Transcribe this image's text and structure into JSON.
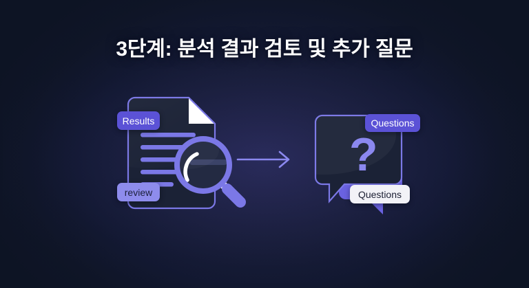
{
  "slide": {
    "title": "3단계: 분석 결과 검토 및 추가 질문",
    "background_color": "#0d1424",
    "accent_color": "#6c63e8",
    "glow_color": "#2a2a5e"
  },
  "illustration": {
    "name": "document-review-to-questions",
    "document": {
      "name": "results-document",
      "fill": "#1b2236",
      "stroke": "#7b78e6",
      "folded_corner_color": "#ffffff",
      "line_color": "#7b78e6",
      "line_count": 5
    },
    "magnifier": {
      "name": "magnifying-glass",
      "ring_color": "#7b78e6",
      "lens_color": "#232a42",
      "arc_color": "#ffffff",
      "handle_color": "#7b78e6"
    },
    "arrow": {
      "name": "flow-arrow-right",
      "color": "#8b88ef",
      "direction": "right"
    },
    "bubbles": {
      "front": {
        "name": "question-bubble-front",
        "fill": "#1b2236",
        "stroke": "#7b78e6",
        "symbol": "?",
        "symbol_color": "#8b88ef"
      },
      "back": {
        "name": "question-bubble-back",
        "fill": "#6a62e0"
      }
    },
    "badges": [
      {
        "id": "results",
        "label": "Results",
        "style": "purple",
        "bg": "#5b52d6",
        "text_color": "#ffffff"
      },
      {
        "id": "review",
        "label": "review",
        "style": "lavender",
        "bg": "#8e8cec",
        "text_color": "#1b1f3a"
      },
      {
        "id": "questions_1",
        "label": "Questions",
        "style": "purple",
        "bg": "#5b52d6",
        "text_color": "#ffffff"
      },
      {
        "id": "questions_2",
        "label": "Questions",
        "style": "white",
        "bg": "#f2f2f7",
        "text_color": "#1b1f33"
      }
    ]
  }
}
